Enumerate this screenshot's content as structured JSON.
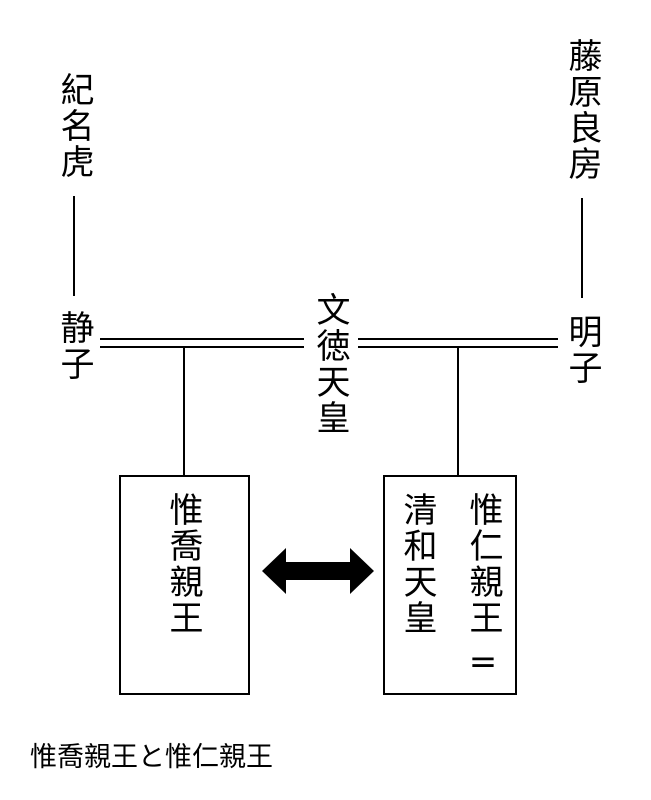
{
  "diagram": {
    "people": {
      "ki_no_natora": "紀名虎",
      "fujiwara_no_yoshifusa": "藤原良房",
      "shizuko": "静子",
      "emperor_montoku": "文徳天皇",
      "akirakeiko": "明子",
      "prince_koretaka": "惟喬親王",
      "prince_korehito": "惟仁親王",
      "emperor_seiwa": "清和天皇",
      "equals_mark": "="
    },
    "relation": "rivalry",
    "caption": "惟喬親王と惟仁親王"
  }
}
